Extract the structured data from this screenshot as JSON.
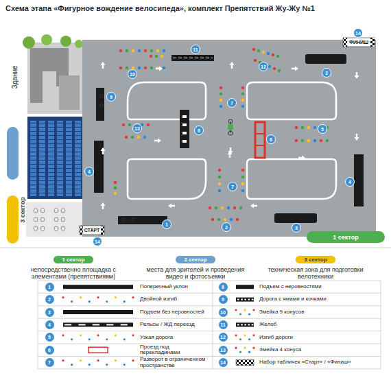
{
  "diagram": {
    "title": "Схема этапа «Фигурное вождение велосипеда», комплект Препятствий Жу-Жу №1",
    "nodes": [
      {
        "text": [
          "2 сектор"
        ]
      },
      {
        "text": [
          "3 сектор"
        ]
      },
      {
        "text": [
          "1 сектор"
        ]
      },
      {
        "text": [
          "1 сектор",
          "непосредственно площадка с элементами (препятствиями)"
        ]
      },
      {
        "text": [
          "2 сектор",
          "места для зрителей и проведения видео и фотосъемки"
        ]
      },
      {
        "text": [
          "3 сектор",
          "техническая зона для подготовки велотехники"
        ]
      }
    ],
    "labels": [
      "Здание",
      "ФИНИШ",
      "СТАРТ",
      "14",
      "11",
      "10",
      "12",
      "3",
      "9",
      "7",
      "13",
      "8",
      "6",
      "5",
      "4",
      "4",
      "7",
      "1",
      "2",
      "3",
      "14",
      "1",
      "Поперечный уклон",
      "8",
      "Подъем с неровностями",
      "2",
      "Двойной изгиб",
      "9",
      "Дорога с ямами и кочками",
      "3",
      "Подъем без неровностей",
      "10",
      "Змейка 9 конусов",
      "4",
      "Рельсы / ЖД переезд",
      "11",
      "Желоб",
      "5",
      "Узкая дорога",
      "12",
      "Изгиб дороги",
      "6",
      "Проезд под перекладинами",
      "13",
      "Змейка 4 конуса",
      "7",
      "Разворот в ограниченном пространстве",
      "14",
      "Набор табличек «Старт» / «Финиш»"
    ]
  }
}
